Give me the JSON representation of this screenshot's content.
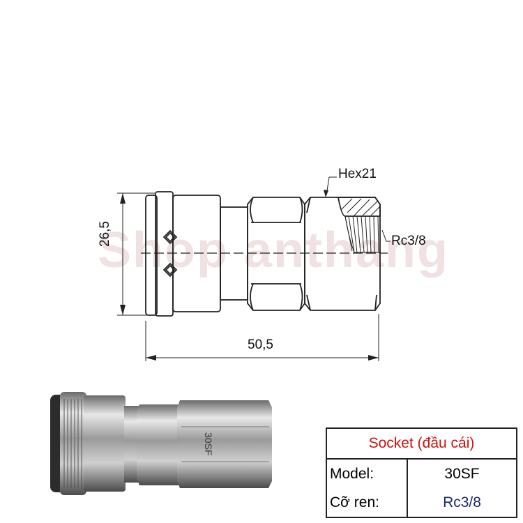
{
  "drawing": {
    "hex_label": "Hex21",
    "thread_label": "Rc3/8",
    "height_dim": "26,5",
    "length_dim": "50,5",
    "watermark": "Shop anthang"
  },
  "photo": {
    "engraving": "30SF"
  },
  "spec_table": {
    "title": "Socket (đầu cái)",
    "rows": [
      {
        "label": "Model:",
        "value": "30SF"
      },
      {
        "label": "Cỡ ren:",
        "value": "Rc3/8"
      }
    ]
  },
  "colors": {
    "title": "#d01010",
    "thread_value": "#1a2a6a",
    "line": "#222222"
  }
}
